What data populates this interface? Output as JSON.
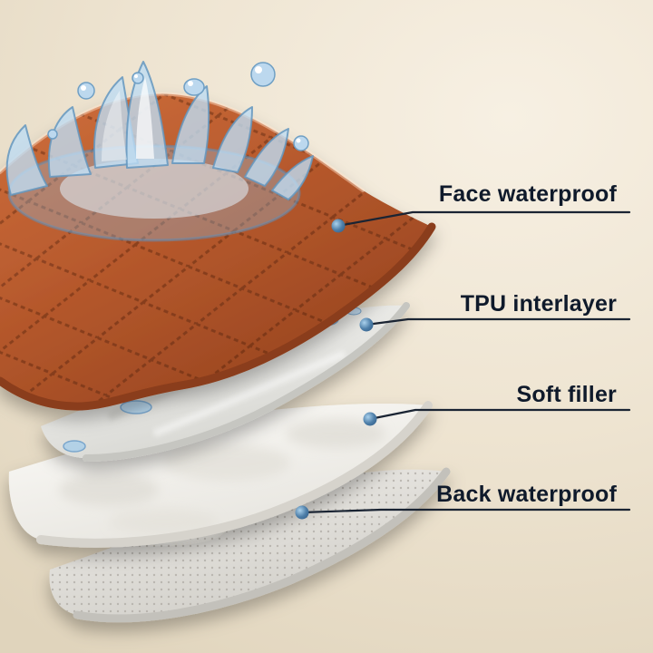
{
  "diagram": {
    "labels": [
      {
        "id": "face-waterproof",
        "text": "Face waterproof"
      },
      {
        "id": "tpu-interlayer",
        "text": "TPU interlayer"
      },
      {
        "id": "soft-filler",
        "text": "Soft filler"
      },
      {
        "id": "back-waterproof",
        "text": "Back waterproof"
      }
    ],
    "colors": {
      "background": "#ede3d0",
      "face_layer": "#b5582c",
      "face_layer_edge": "#8a3c1a",
      "tpu_layer": "#e9e9e5",
      "soft_filler_layer": "#f7f6f2",
      "back_layer": "#e7e5e0",
      "label_text": "#0f1a2b",
      "leader_line": "#1a2433",
      "marker_dot": "#4d7ea8",
      "water": "#a9cde9"
    }
  }
}
